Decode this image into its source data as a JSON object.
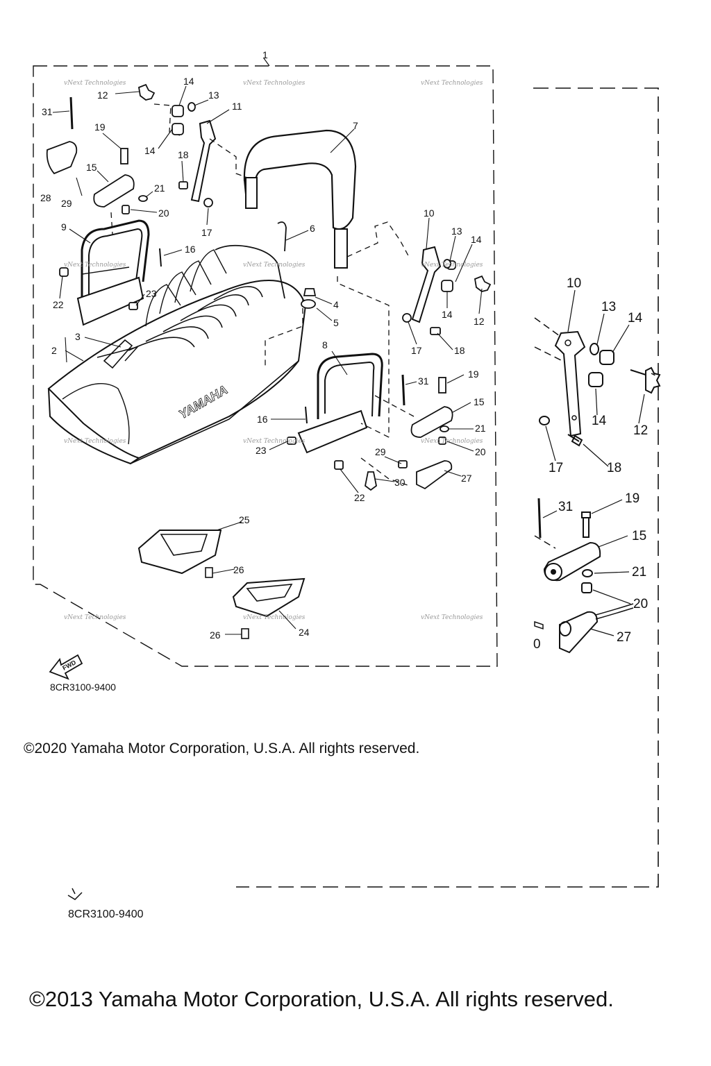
{
  "main_diagram": {
    "callouts": [
      "1",
      "2",
      "3",
      "4",
      "5",
      "6",
      "7",
      "8",
      "9",
      "10",
      "11",
      "12",
      "13",
      "14",
      "15",
      "16",
      "17",
      "18",
      "19",
      "20",
      "21",
      "22",
      "23",
      "24",
      "25",
      "26",
      "27",
      "28",
      "29",
      "30",
      "31"
    ],
    "brand_on_seat": "YAMAHA",
    "watermark": "vNext Technologies",
    "fwd_label": "FWD",
    "diagram_code": "8CR3100-9400",
    "copyright": "©2020 Yamaha Motor Corporation, U.S.A. All rights reserved."
  },
  "background_diagram": {
    "callouts": [
      "10",
      "13",
      "14",
      "12",
      "14",
      "17",
      "18",
      "31",
      "19",
      "15",
      "21",
      "20",
      "0",
      "27"
    ],
    "diagram_code": "8CR3100-9400",
    "copyright": "©2013 Yamaha Motor Corporation, U.S.A. All rights reserved."
  }
}
